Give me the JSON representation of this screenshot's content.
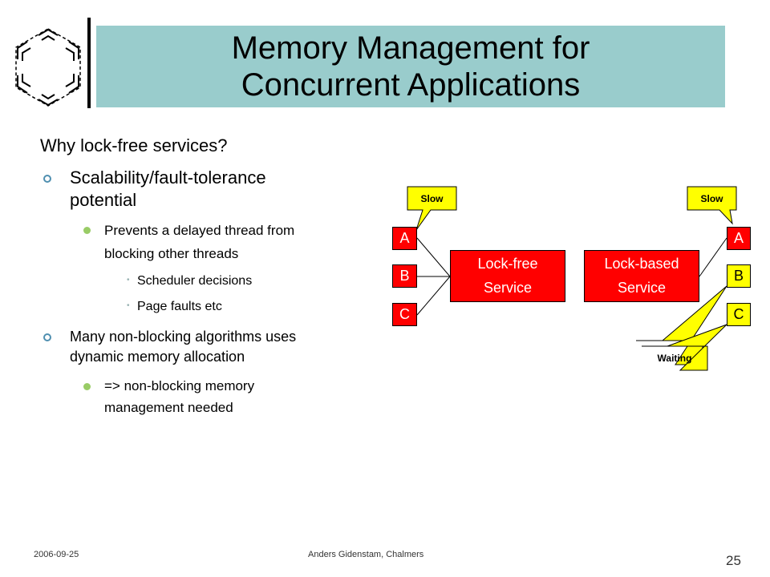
{
  "title": {
    "line1": "Memory Management for",
    "line2": "Concurrent Applications"
  },
  "content": {
    "intro": "Why lock-free services?",
    "bullets": [
      {
        "lines": [
          "Scalability/fault-tolerance",
          "potential"
        ],
        "sub": [
          {
            "lines": [
              "Prevents a delayed thread from",
              "blocking other threads"
            ],
            "sub": [
              "Scheduler decisions",
              "Page faults etc"
            ]
          }
        ]
      },
      {
        "lines": [
          "Many non-blocking algorithms uses",
          "dynamic memory allocation"
        ],
        "sub": [
          {
            "lines": [
              "=> non-blocking memory",
              "management needed"
            ]
          }
        ]
      }
    ]
  },
  "diagram": {
    "left": {
      "threads": [
        "A",
        "B",
        "C"
      ],
      "service": [
        "Lock-free",
        "Service"
      ],
      "callout": "Slow"
    },
    "right": {
      "threads": [
        "A",
        "B",
        "C"
      ],
      "service": [
        "Lock-based",
        "Service"
      ],
      "callout": "Slow",
      "waiting": "Waiting"
    },
    "colors": {
      "red": "#FF0000",
      "yellow": "#FFFF00",
      "title_bar": "#99CCCC"
    }
  },
  "footer": {
    "date": "2006-09-25",
    "author": "Anders Gidenstam, Chalmers",
    "page": "25"
  }
}
